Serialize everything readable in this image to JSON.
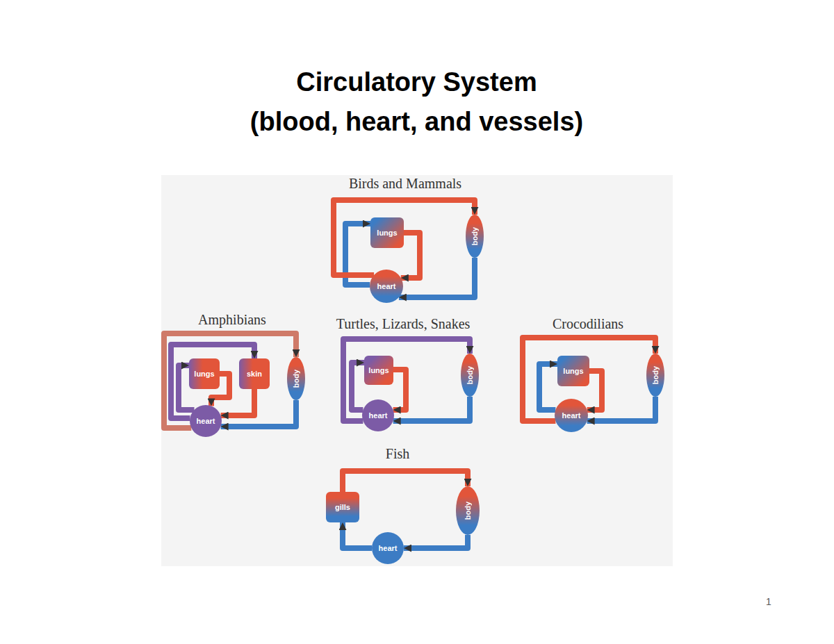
{
  "diagram": {
    "title": "Circulatory System (blood, heart, and vessels)",
    "nodes": [
      {
        "text": [
          "lungs"
        ]
      },
      {
        "text": [
          "body"
        ]
      },
      {
        "text": [
          "heart"
        ]
      },
      {
        "text": [
          "lungs"
        ]
      },
      {
        "text": [
          "skin"
        ]
      },
      {
        "text": [
          "body"
        ]
      },
      {
        "text": [
          "heart"
        ]
      },
      {
        "text": [
          "lungs"
        ]
      },
      {
        "text": [
          "body"
        ]
      },
      {
        "text": [
          "heart"
        ]
      },
      {
        "text": [
          "lungs"
        ]
      },
      {
        "text": [
          "body"
        ]
      },
      {
        "text": [
          "heart"
        ]
      },
      {
        "text": [
          "gills"
        ]
      },
      {
        "text": [
          "body"
        ]
      },
      {
        "text": [
          "heart"
        ]
      }
    ],
    "edges": [
      {
        "from": 2,
        "to": 0,
        "arrow": "to"
      },
      {
        "from": 0,
        "to": 2,
        "arrow": "to"
      },
      {
        "from": 2,
        "to": 1,
        "arrow": "to"
      },
      {
        "from": 1,
        "to": 2,
        "arrow": "to"
      },
      {
        "from": 6,
        "to": 3,
        "arrow": "to"
      },
      {
        "from": 6,
        "to": 4,
        "arrow": "to"
      },
      {
        "from": 3,
        "to": 6,
        "arrow": "to"
      },
      {
        "from": 4,
        "to": 6,
        "arrow": "to"
      },
      {
        "from": 6,
        "to": 5,
        "arrow": "to"
      },
      {
        "from": 5,
        "to": 6,
        "arrow": "to"
      },
      {
        "from": 9,
        "to": 7,
        "arrow": "to"
      },
      {
        "from": 7,
        "to": 9,
        "arrow": "to"
      },
      {
        "from": 9,
        "to": 8,
        "arrow": "to"
      },
      {
        "from": 8,
        "to": 9,
        "arrow": "to"
      },
      {
        "from": 12,
        "to": 10,
        "arrow": "to"
      },
      {
        "from": 10,
        "to": 12,
        "arrow": "to"
      },
      {
        "from": 12,
        "to": 11,
        "arrow": "to"
      },
      {
        "from": 11,
        "to": 12,
        "arrow": "to"
      },
      {
        "from": 15,
        "to": 13,
        "arrow": "to"
      },
      {
        "from": 13,
        "to": 14,
        "arrow": "to"
      },
      {
        "from": 14,
        "to": 15,
        "arrow": "to"
      }
    ],
    "labels": [
      "Birds and Mammals",
      "Amphibians",
      "Turtles, Lizards, Snakes",
      "Crocodilians",
      "Fish",
      "1"
    ]
  }
}
